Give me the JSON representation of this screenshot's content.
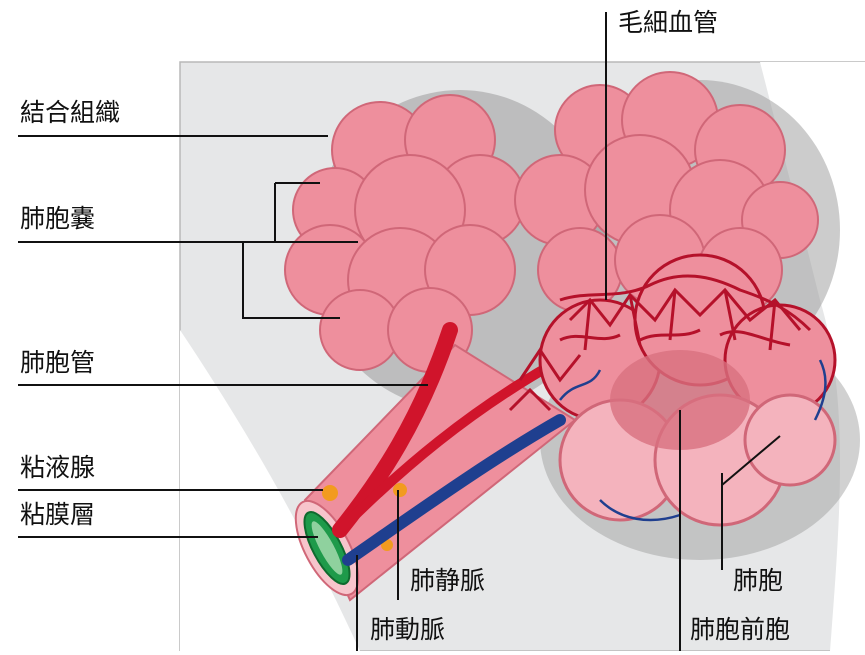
{
  "diagram": {
    "labels": {
      "connective_tissue": "結合組織",
      "alveolar_sac": "肺胞嚢",
      "alveolar_duct": "肺胞管",
      "mucous_gland": "粘液腺",
      "mucosa": "粘膜層",
      "capillaries": "毛細血管",
      "pulmonary_vein": "肺静脈",
      "pulmonary_artery": "肺動脈",
      "alveolus": "肺胞",
      "alveolar_atrium": "肺胞前胞"
    },
    "colors": {
      "background_panel": "#e6e7e8",
      "alveoli_fill": "#ee8f9d",
      "alveoli_stroke": "#d06778",
      "artery": "#d0142b",
      "vein": "#1f3f8f",
      "capillary_net": "#b5112a",
      "gland": "#f29b1f",
      "mucosa": "#1e9a4a",
      "leader_lines": "#111111"
    }
  }
}
